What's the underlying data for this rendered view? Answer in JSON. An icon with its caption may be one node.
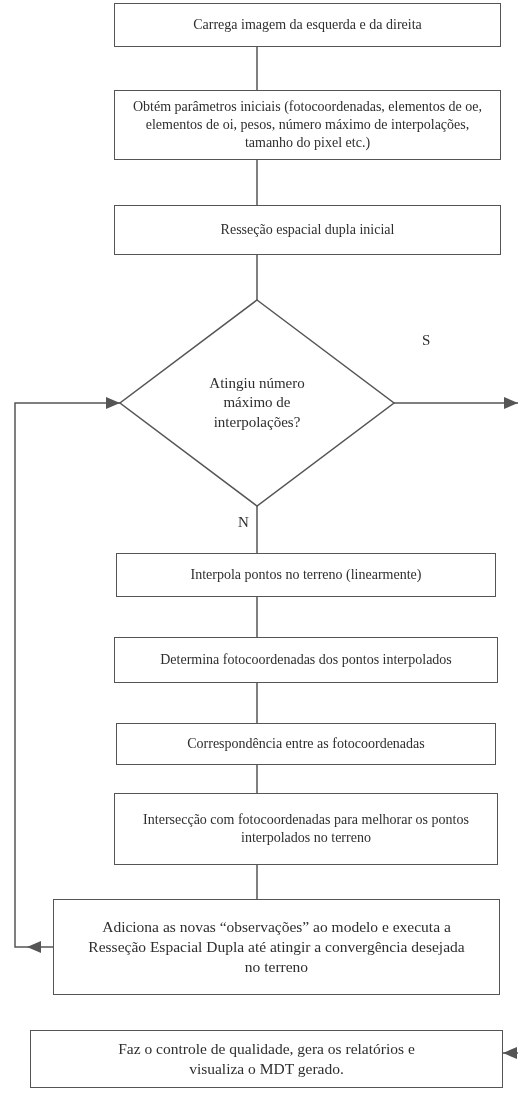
{
  "diagram": {
    "nodes": [
      {
        "text": [
          "Carrega imagem da esquerda e da direita"
        ]
      },
      {
        "text": [
          "Obtém parâmetros iniciais (fotocoordenadas, elementos de oe, elementos de oi, pesos, número máximo de interpolações, tamanho do pixel etc.)"
        ]
      },
      {
        "text": [
          "Resseção espacial dupla inicial"
        ]
      },
      {
        "text": [
          "Atingiu número máximo de interpolações?"
        ]
      },
      {
        "text": [
          "Interpola pontos no terreno (linearmente)"
        ]
      },
      {
        "text": [
          "Determina fotocoordenadas dos pontos interpolados"
        ]
      },
      {
        "text": [
          "Correspondência entre as fotocoordenadas"
        ]
      },
      {
        "text": [
          "Intersecção com fotocoordenadas para melhorar os pontos interpolados no terreno"
        ]
      },
      {
        "text": [
          "Adiciona as novas “observações” ao modelo e executa a Resseção Espacial Dupla até atingir a convergência desejada no terreno"
        ]
      },
      {
        "text": [
          "Faz o controle de qualidade, gera os relatórios e visualiza o MDT gerado."
        ]
      }
    ],
    "edges": [
      {
        "from": 0,
        "to": 1,
        "arrow": "none"
      },
      {
        "from": 1,
        "to": 2,
        "arrow": "none"
      },
      {
        "from": 2,
        "to": 3,
        "arrow": "none"
      },
      {
        "from": 3,
        "to": 4,
        "arrow": "none",
        "label": "N"
      },
      {
        "from": 4,
        "to": 5,
        "arrow": "none"
      },
      {
        "from": 5,
        "to": 6,
        "arrow": "none"
      },
      {
        "from": 6,
        "to": 7,
        "arrow": "none"
      },
      {
        "from": 7,
        "to": 8,
        "arrow": "none"
      },
      {
        "from": 8,
        "to": 3,
        "arrow": "to"
      },
      {
        "from": 3,
        "to": null,
        "arrow": "to",
        "label": "S"
      },
      {
        "from": null,
        "to": 9,
        "arrow": "to"
      }
    ]
  }
}
